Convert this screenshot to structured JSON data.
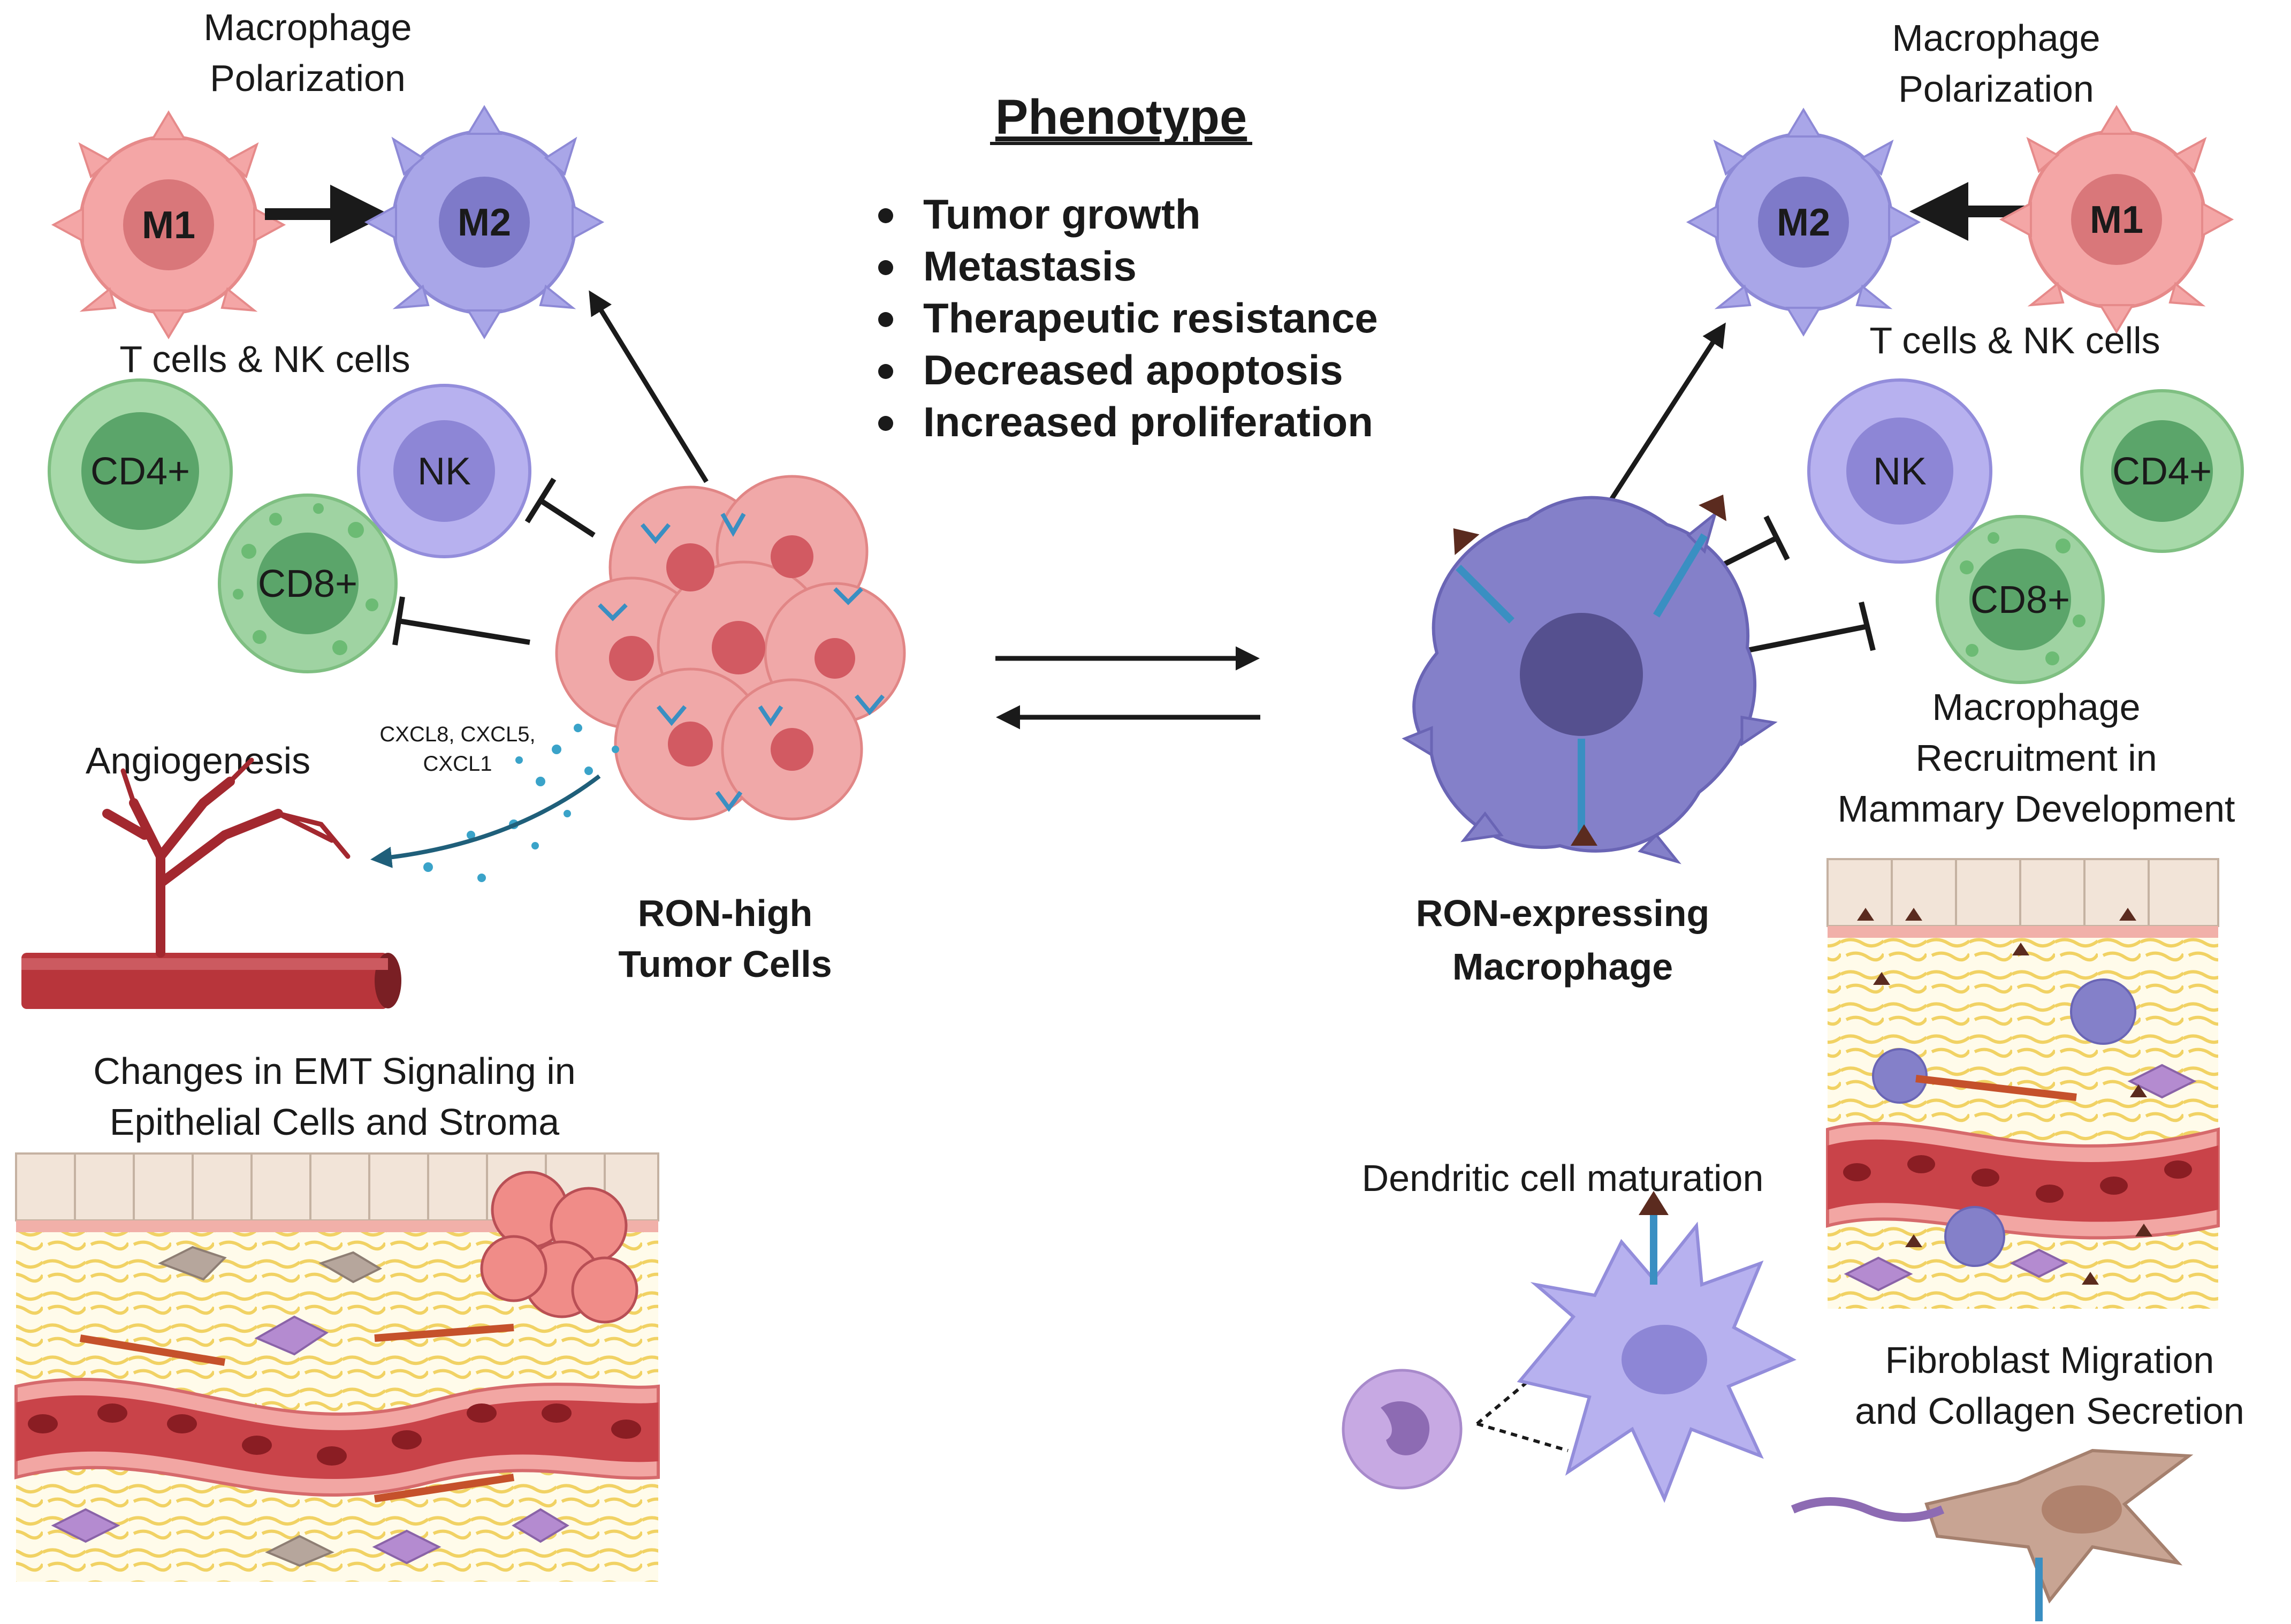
{
  "phenotype": {
    "title": "Phenotype",
    "items": [
      "Tumor growth",
      "Metastasis",
      "Therapeutic resistance",
      "Decreased apoptosis",
      "Increased proliferation"
    ]
  },
  "left": {
    "polarization_line1": "Macrophage",
    "polarization_line2": "Polarization",
    "m1": "M1",
    "m2": "M2",
    "tnk": "T cells & NK cells",
    "cd4": "CD4+",
    "nk": "NK",
    "cd8": "CD8+",
    "chemokines_line1": "CXCL8, CXCL5,",
    "chemokines_line2": "CXCL1",
    "angiogenesis": "Angiogenesis",
    "emt_line1": "Changes in EMT Signaling in",
    "emt_line2": "Epithelial Cells and Stroma",
    "tumor_line1": "RON-high",
    "tumor_line2": "Tumor Cells"
  },
  "right": {
    "polarization_line1": "Macrophage",
    "polarization_line2": "Polarization",
    "m1": "M1",
    "m2": "M2",
    "tnk": "T cells & NK cells",
    "nk": "NK",
    "cd4": "CD4+",
    "cd8": "CD8+",
    "recruit_line1": "Macrophage",
    "recruit_line2": "Recruitment in",
    "recruit_line3": "Mammary Development",
    "dendritic": "Dendritic cell maturation",
    "fibro_line1": "Fibroblast Migration",
    "fibro_line2": "and Collagen Secretion",
    "macro_line1": "RON-expressing",
    "macro_line2": "Macrophage"
  },
  "colors": {
    "m1_fill": "#f4a6a6",
    "m2_fill": "#a9a6e8",
    "tcell_fill": "#9fd3a2",
    "nk_fill": "#b7b1ef",
    "tumor_fill": "#e8777a",
    "vessel": "#b8353b",
    "arrow_blue": "#1f5f7a",
    "receptor_blue": "#3a8fc2",
    "ligand": "#5b2b1f"
  }
}
